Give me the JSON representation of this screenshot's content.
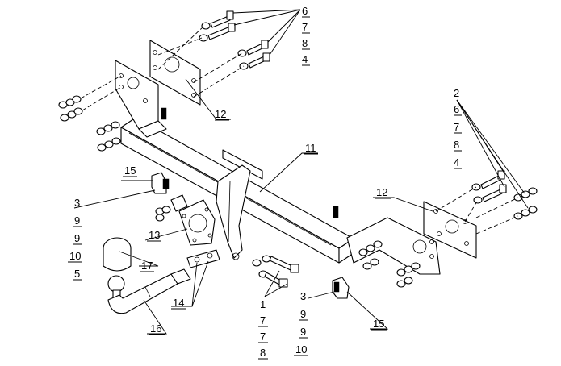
{
  "callouts": {
    "top_right_stack": [
      "6",
      "7",
      "8",
      "4"
    ],
    "right_stack": [
      "2",
      "6",
      "7",
      "8",
      "4"
    ],
    "left_stack": [
      "3",
      "9",
      "9",
      "10",
      "5"
    ],
    "bottom_center_stack": [
      "1",
      "7",
      "7",
      "8"
    ],
    "bottom_right_stack": [
      "3",
      "9",
      "9",
      "10"
    ],
    "label_12_left": "12",
    "label_12_right": "12",
    "label_11": "11",
    "label_15_left": "15",
    "label_15_right": "15",
    "label_13": "13",
    "label_17": "17",
    "label_14": "14",
    "label_16": "16"
  }
}
